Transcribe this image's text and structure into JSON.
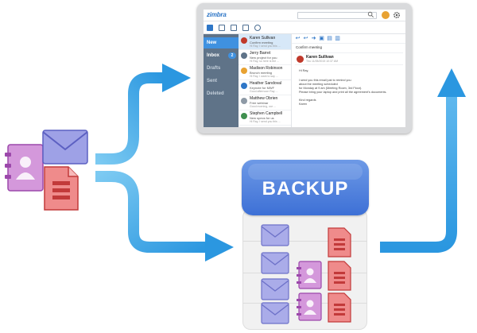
{
  "app": {
    "logo": "zimbra"
  },
  "sidebar": {
    "items": [
      {
        "label": "New"
      },
      {
        "label": "Inbox",
        "badge": "2"
      },
      {
        "label": "Drafts"
      },
      {
        "label": "Sent"
      },
      {
        "label": "Deleted"
      }
    ]
  },
  "messages": [
    {
      "name": "Karen Sullivan",
      "subject": "Confirm meeting",
      "preview": "Hi Ray, I send you this ...",
      "avatar_color": "#c0392b"
    },
    {
      "name": "Jerry Barret",
      "subject": "New project for you",
      "preview": "Hi Ray, so here is the ...",
      "avatar_color": "#5f7388"
    },
    {
      "name": "Madison Robinson",
      "subject": "Brunch meeting",
      "preview": "Hi Ray, I want to say ...",
      "avatar_color": "#e8a232"
    },
    {
      "name": "Heather Sandoval",
      "subject": "Keynote for MWF",
      "preview": "Good afternoon Ray ...",
      "avatar_color": "#2f77c7"
    },
    {
      "name": "Matthew Obrien",
      "subject": "Free webinar",
      "preview": "Good morning, our ...",
      "avatar_color": "#8e9aa6"
    },
    {
      "name": "Stephen Campbell",
      "subject": "New specs for us",
      "preview": "Hi Ray, I send you this ...",
      "avatar_color": "#3f8f4f"
    }
  ],
  "reader": {
    "subject": "Confirm meeting",
    "from": "Karen Sullivan",
    "date": "Thu 11/05/2015 10:37 AM",
    "greeting": "Hi Ray,",
    "body": [
      "I send you this email just to remind you",
      "about the meeting scheduled",
      "for Monday at 9 am (Meeting Room, 3rd Floor).",
      "Please bring your laptop and print all the agreement's documents."
    ],
    "closing": "Kind regards",
    "signature": "Karen"
  },
  "backup": {
    "label": "BACKUP"
  },
  "colors": {
    "arrow": "#2f9ee3",
    "contact": "#b563c4",
    "mail": "#7f83d8",
    "document": "#e05a5a",
    "lid": "#4a7fdc"
  }
}
